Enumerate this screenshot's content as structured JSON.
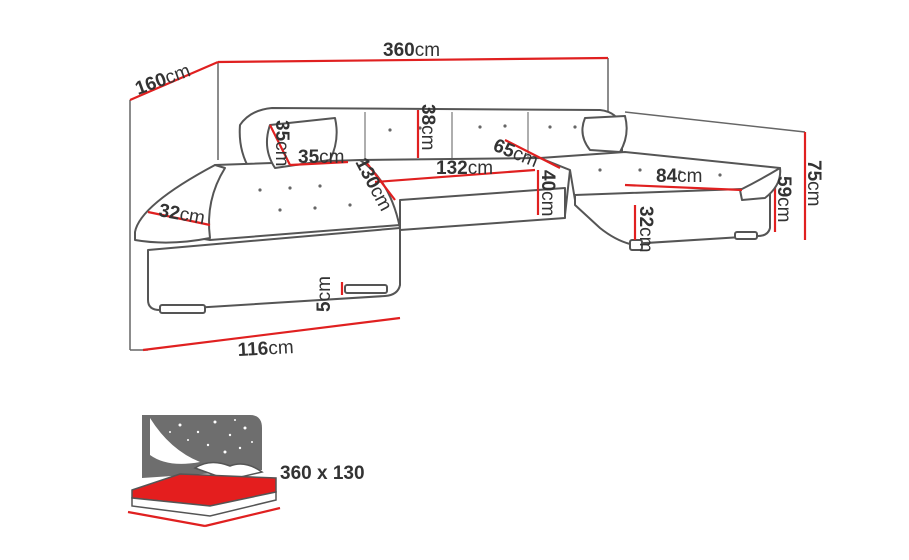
{
  "dimensions": {
    "total_width": {
      "value": "360",
      "unit": "cm"
    },
    "left_depth": {
      "value": "160",
      "unit": "cm"
    },
    "right_depth": {
      "value": "75",
      "unit": "cm"
    },
    "back_height_right": {
      "value": "59",
      "unit": "cm"
    },
    "armrest_width_left": {
      "value": "32",
      "unit": "cm"
    },
    "chaise_length_left": {
      "value": "116",
      "unit": "cm"
    },
    "leg_height": {
      "value": "5",
      "unit": "cm"
    },
    "cushion_size": {
      "value": "35",
      "unit": "cm"
    },
    "cushion_height": {
      "value": "35",
      "unit": "cm"
    },
    "backrest_height": {
      "value": "38",
      "unit": "cm"
    },
    "sleeping_width": {
      "value": "130",
      "unit": "cm"
    },
    "sleeping_length": {
      "value": "132",
      "unit": "cm"
    },
    "seat_depth": {
      "value": "65",
      "unit": "cm"
    },
    "seat_height": {
      "value": "40",
      "unit": "cm"
    },
    "right_chaise_depth": {
      "value": "84",
      "unit": "cm"
    },
    "right_seat_height": {
      "value": "32",
      "unit": "cm"
    }
  },
  "sleep_area": {
    "label": "360 x 130"
  },
  "colors": {
    "dimension_line": "#e02020",
    "outline": "#555555",
    "text": "#333333",
    "night_panel": "#6e6e6e",
    "bed_fill": "#e41e1e"
  }
}
